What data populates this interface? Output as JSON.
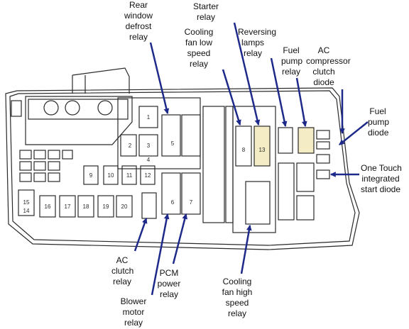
{
  "colors": {
    "background": "#ffffff",
    "outline": "#2a2a2a",
    "pointer": "#1e2a8a",
    "highlight_relay": "#f4ecc4",
    "label_text": "#111111"
  },
  "labels": [
    {
      "id": "rear-window-defrost-relay",
      "lines": [
        "Rear",
        "window",
        "defrost",
        "relay"
      ]
    },
    {
      "id": "starter-relay",
      "lines": [
        "Starter",
        "relay"
      ]
    },
    {
      "id": "cooling-fan-low-speed-relay",
      "lines": [
        "Cooling",
        "fan low",
        "speed",
        "relay"
      ]
    },
    {
      "id": "reversing-lamps-relay",
      "lines": [
        "Reversing",
        "lamps",
        "relay"
      ]
    },
    {
      "id": "fuel-pump-relay",
      "lines": [
        "Fuel",
        "pump",
        "relay"
      ]
    },
    {
      "id": "ac-compressor-clutch-diode",
      "lines": [
        "AC",
        "compressor",
        "clutch",
        "diode"
      ]
    },
    {
      "id": "fuel-pump-diode",
      "lines": [
        "Fuel",
        "pump",
        "diode"
      ]
    },
    {
      "id": "one-touch-integrated-start-diode",
      "lines": [
        "One Touch",
        "integrated",
        "start diode"
      ]
    },
    {
      "id": "ac-clutch-relay",
      "lines": [
        "AC",
        "clutch",
        "relay"
      ]
    },
    {
      "id": "pcm-power-relay",
      "lines": [
        "PCM",
        "power",
        "relay"
      ]
    },
    {
      "id": "blower-motor-relay",
      "lines": [
        "Blower",
        "motor",
        "relay"
      ]
    },
    {
      "id": "cooling-fan-high-speed-relay",
      "lines": [
        "Cooling",
        "fan high",
        "speed",
        "relay"
      ]
    }
  ],
  "fuse_numbers": {
    "left_group": [
      "1",
      "2",
      "3",
      "4",
      "9",
      "10",
      "11",
      "12"
    ],
    "bottom_left": [
      "14",
      "15",
      "16",
      "17",
      "18",
      "19",
      "20"
    ],
    "small_cells": [
      "5",
      "6",
      "7",
      "8",
      "13"
    ]
  }
}
